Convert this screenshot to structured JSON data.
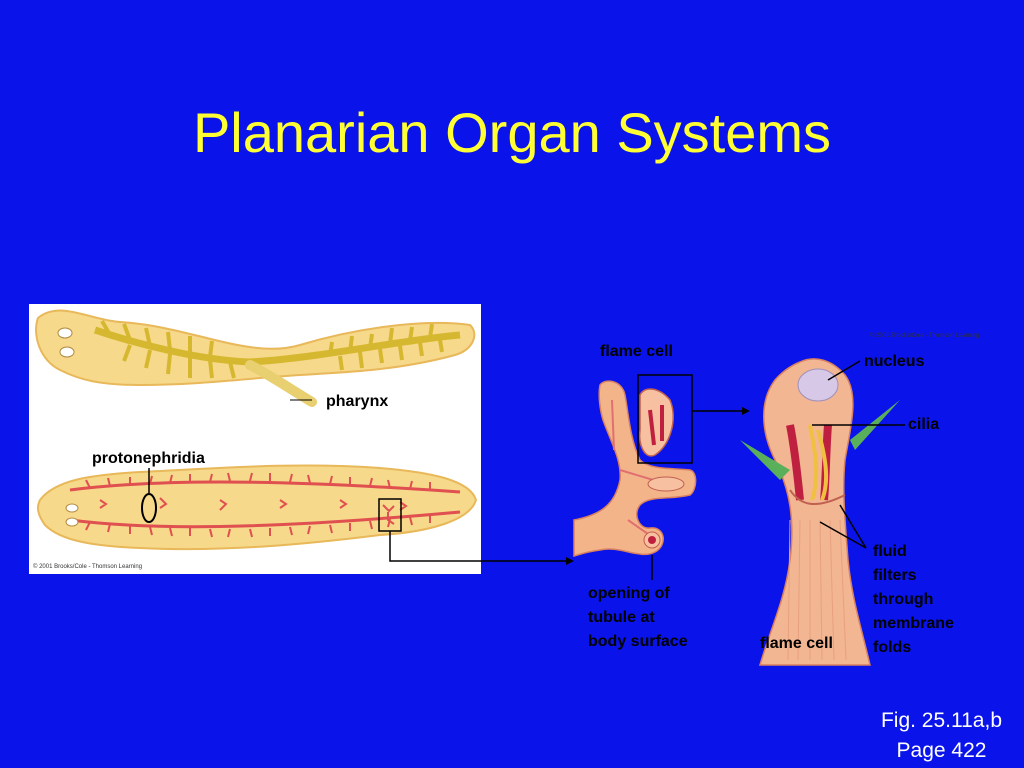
{
  "slide": {
    "title": "Planarian Organ Systems",
    "caption_line1": "Fig. 25.11a,b",
    "caption_line2": "Page 422"
  },
  "figure_left": {
    "labels": {
      "pharynx": "pharynx",
      "protonephridia": "protonephridia"
    },
    "copyright": "© 2001 Brooks/Cole - Thomson Learning"
  },
  "figure_mid": {
    "labels": {
      "flame_cell": "flame cell",
      "opening_1": "opening of",
      "opening_2": "tubule at",
      "opening_3": "body surface"
    }
  },
  "figure_right": {
    "labels": {
      "nucleus": "nucleus",
      "cilia": "cilia",
      "fluid_1": "fluid",
      "fluid_2": "filters",
      "fluid_3": "through",
      "fluid_4": "membrane",
      "fluid_5": "folds",
      "flame_cell": "flame cell"
    },
    "copyright": "© 2001 Brooks/Cole - Thomson Learning"
  },
  "colors": {
    "background": "#0a14ea",
    "title": "#ffff33",
    "body_tissue": "#f6d98a",
    "gut": "#d6b830",
    "protonephridia": "#e05050"
  }
}
